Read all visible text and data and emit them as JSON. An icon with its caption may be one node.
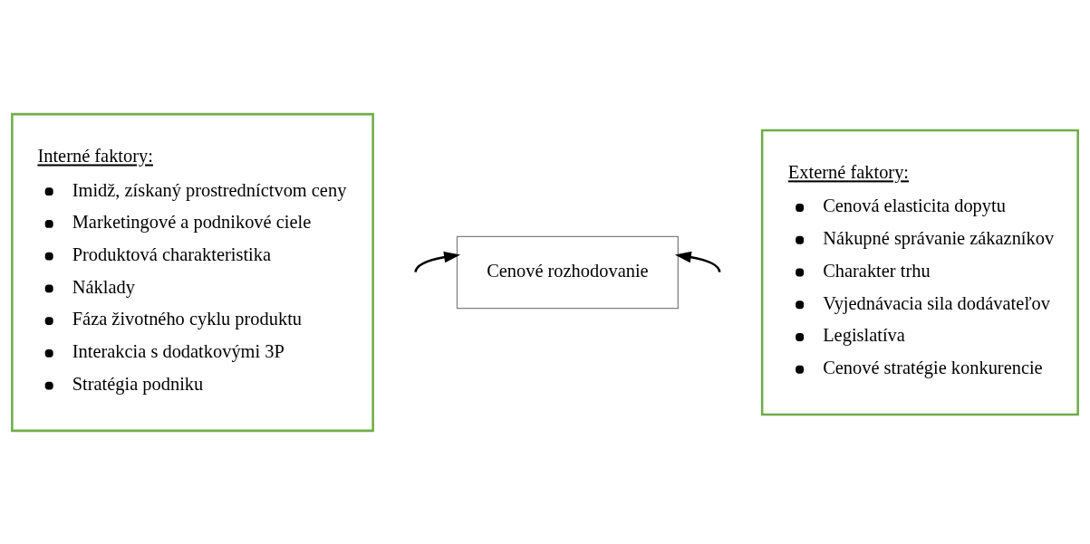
{
  "diagram": {
    "nodes": [
      {
        "text": [
          "Interné faktory:",
          "Imidž, získaný prostredníctvom ceny",
          "Marketingové a podnikové ciele",
          "Produktová charakteristika",
          "Náklady",
          "Fáza životného cyklu produktu",
          "Interakcia s dodatkovými 3P",
          "Stratégia podniku"
        ]
      },
      {
        "text": [
          "Cenové rozhodovanie"
        ]
      },
      {
        "text": [
          "Externé faktory:",
          "Cenová elasticita dopytu",
          "Nákupné správanie zákazníkov",
          "Charakter trhu",
          "Vyjednávacia sila dodávateľov",
          "Legislatíva",
          "Cenové stratégie konkurencie"
        ]
      }
    ],
    "edges": [
      {
        "from": null,
        "to": 1,
        "arrow": "to"
      },
      {
        "from": null,
        "to": 1,
        "arrow": "to"
      }
    ]
  }
}
